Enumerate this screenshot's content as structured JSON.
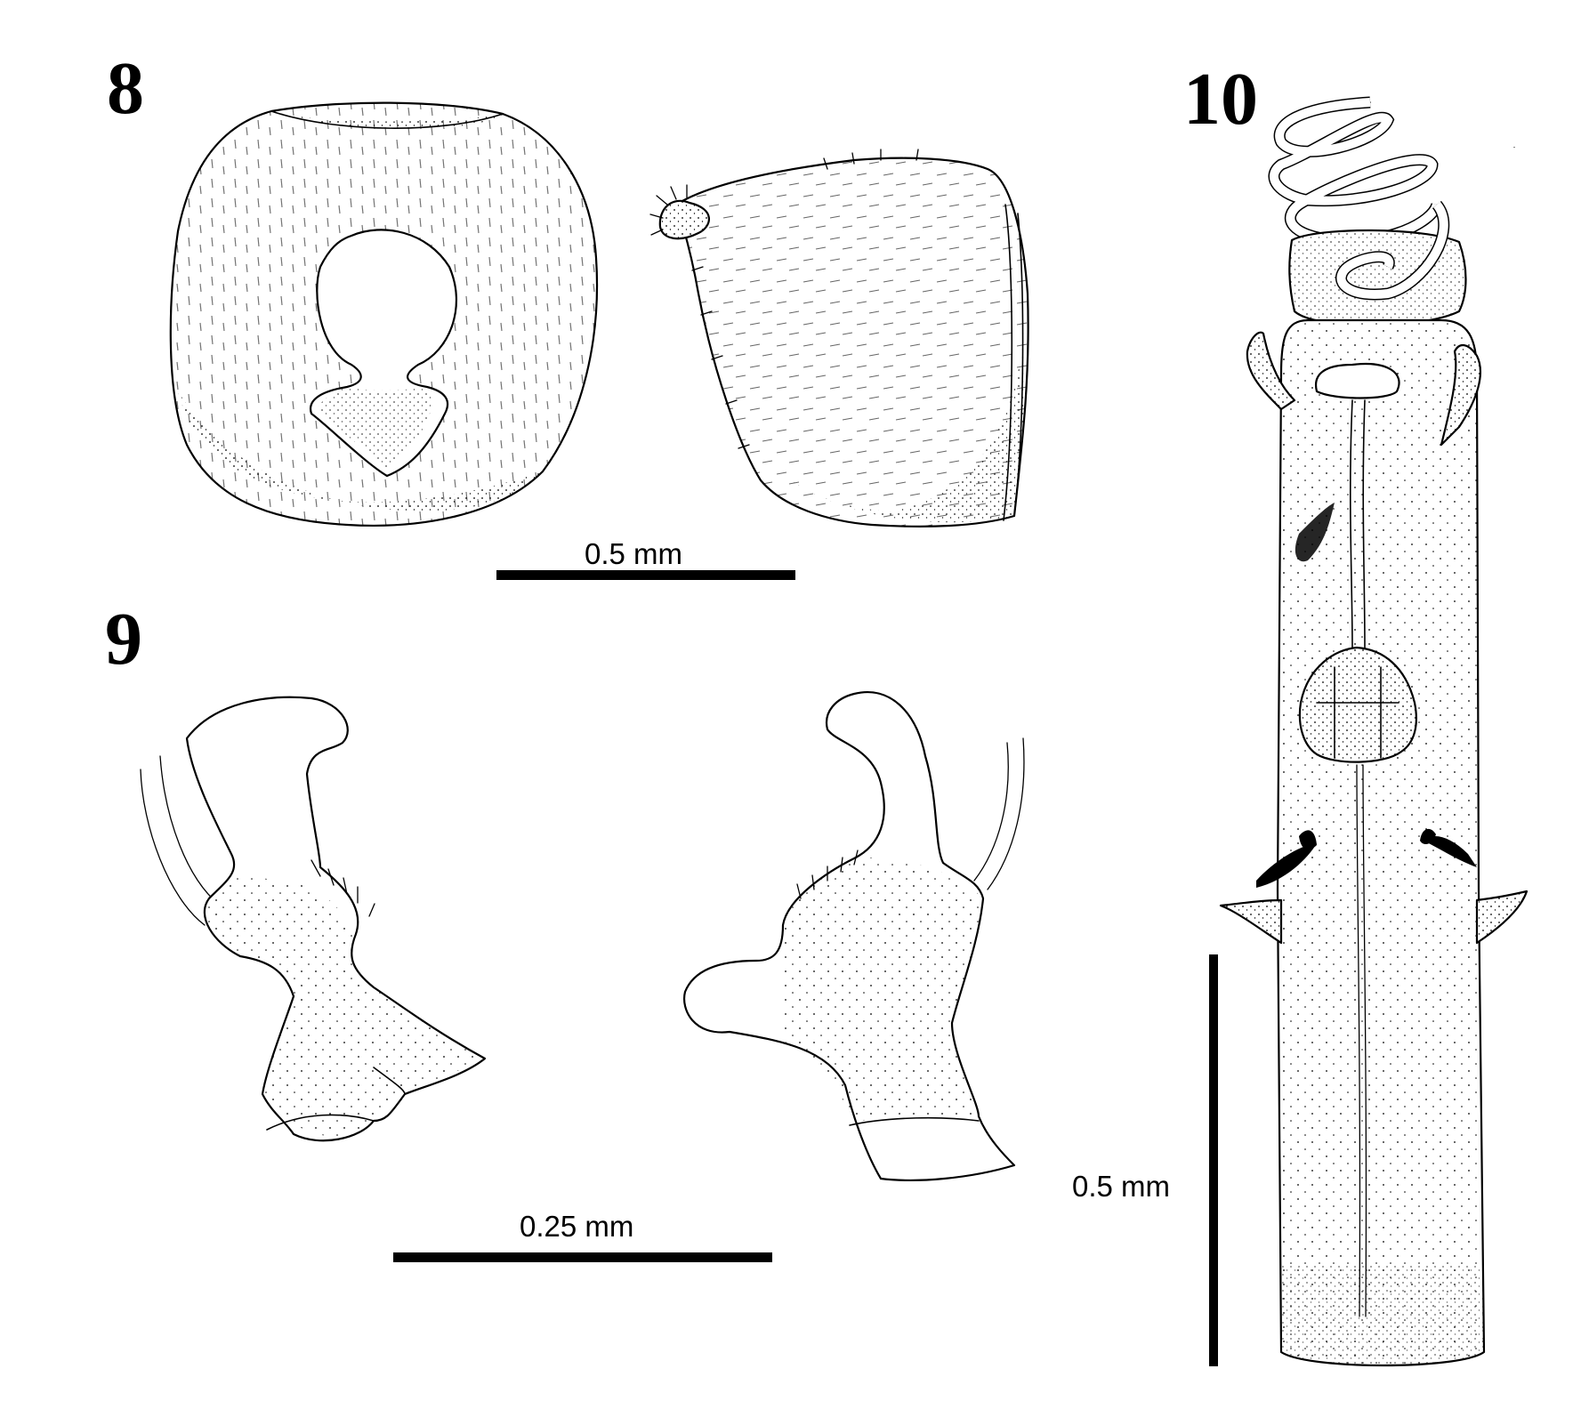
{
  "figures": {
    "fig8": {
      "number": "8",
      "scale_label": "0.5 mm"
    },
    "fig9": {
      "number": "9",
      "scale_label": "0.25 mm"
    },
    "fig10": {
      "number": "10",
      "scale_label": "0.5 mm"
    }
  },
  "colors": {
    "ink": "#000000",
    "background": "#ffffff"
  }
}
